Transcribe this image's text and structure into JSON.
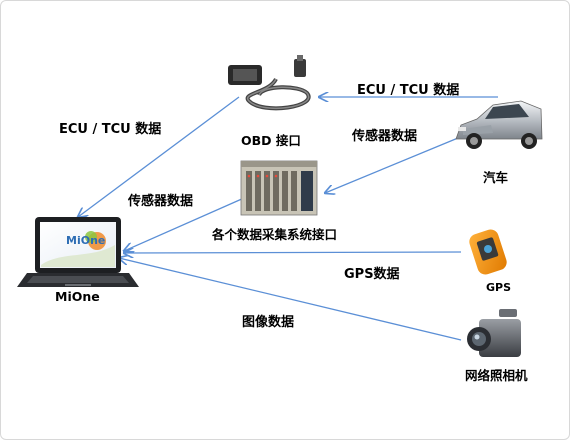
{
  "nodes": {
    "obd": "OBD 接口",
    "car": "汽车",
    "daq": "各个数据采集系统接口",
    "gps": "GPS",
    "camera": "网络照相机",
    "laptop": "MiOne",
    "laptop_screen_logo": "MiOne"
  },
  "edges": {
    "car_to_obd": "ECU / TCU 数据",
    "car_to_daq": "传感器数据",
    "obd_to_laptop": "ECU / TCU 数据",
    "daq_to_laptop": "传感器数据",
    "gps_to_laptop": "GPS数据",
    "camera_to_laptop": "图像数据"
  },
  "colors": {
    "arrow": "#5b8fd6"
  }
}
